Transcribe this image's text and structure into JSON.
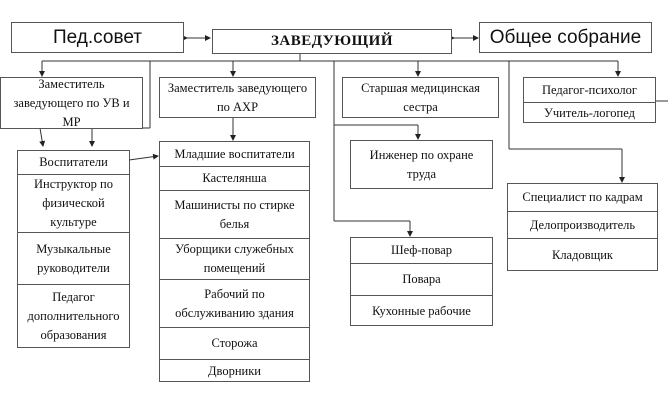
{
  "diagram": {
    "type": "org-chart",
    "head": "ЗАВЕДУЮЩИЙ",
    "left_council": "Пед.совет",
    "right_council": "Общее собрание",
    "deputy_uv": "Заместитель заведующего по УВ и МР",
    "deputy_ahr": "Заместитель заведующего по АХР",
    "senior_nurse": "Старшая медицинская сестра",
    "psych_group": [
      "Педагог-психолог",
      "Учитель-логопед"
    ],
    "teachers_group": [
      "Воспитатели",
      "Инструктор по физической культуре",
      "Музыкальные руководители",
      "Педагог дополнительного образования"
    ],
    "ahr_group": [
      "Младшие воспитатели",
      "Кастелянша",
      "Машинисты по стирке белья",
      "Уборщики служебных помещений",
      "Рабочий по обслуживанию здания",
      "Сторожа",
      "Дворники"
    ],
    "safety_engineer": "Инженер по охране труда",
    "kitchen_group": [
      "Шеф-повар",
      "Повара",
      "Кухонные рабочие"
    ],
    "admin_group": [
      "Специалист по кадрам",
      "Делопроизводитель",
      "Кладовщик"
    ]
  }
}
